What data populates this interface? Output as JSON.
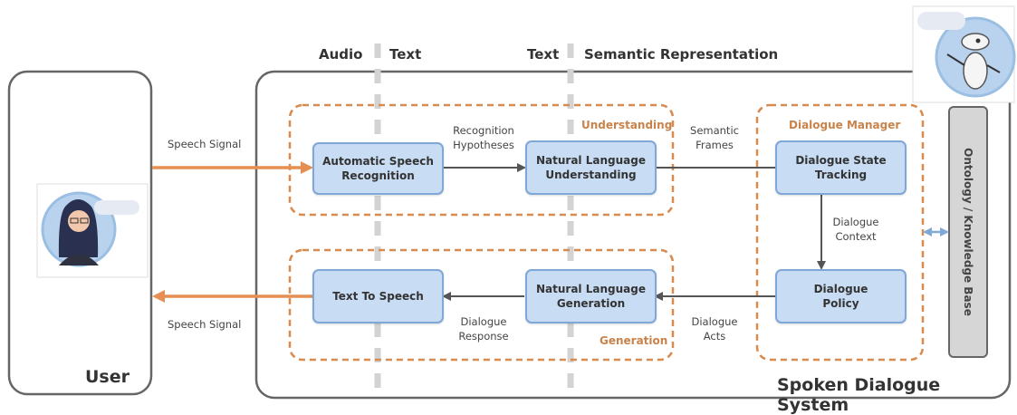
{
  "headers": {
    "audio": "Audio",
    "text_left": "Text",
    "text_right": "Text",
    "semantic": "Semantic Representation"
  },
  "user": {
    "label": "User"
  },
  "system": {
    "label": "Spoken Dialogue System"
  },
  "groups": {
    "understanding": "Understanding",
    "generation": "Generation",
    "dialogue_manager": "Dialogue Manager"
  },
  "nodes": {
    "asr": "Automatic Speech\nRecognition",
    "nlu": "Natural Language\nUnderstanding",
    "dst": "Dialogue State\nTracking",
    "policy": "Dialogue\nPolicy",
    "nlg": "Natural Language\nGeneration",
    "tts": "Text To Speech",
    "ontology": "Ontology / Knowledge Base"
  },
  "edges": {
    "speech_in": "Speech Signal",
    "speech_out": "Speech Signal",
    "recognition": "Recognition\nHypotheses",
    "semantic_frames": "Semantic\nFrames",
    "dialogue_context": "Dialogue\nContext",
    "dialogue_acts": "Dialogue\nActs",
    "dialogue_response": "Dialogue\nResponse"
  },
  "colors": {
    "node_fill": "#c8dcf4",
    "node_border": "#7fa7d8",
    "accent_orange": "#e58f52",
    "dash_orange": "#d98a4e",
    "arrow_gray": "#555555",
    "divider_gray": "#d3d3d3"
  },
  "icons": {
    "user_avatar": "woman-avatar-icon",
    "system_avatar": "robot-avatar-icon"
  }
}
